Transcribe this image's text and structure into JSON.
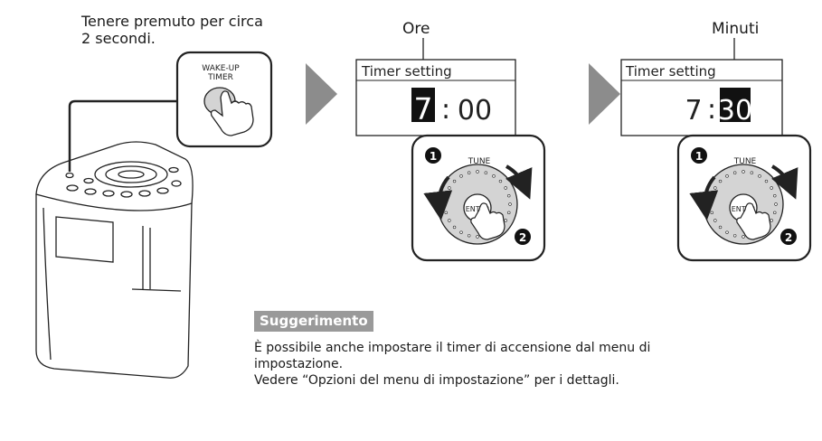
{
  "instruction": {
    "line1": "Tenere premuto per circa",
    "line2": "2 secondi."
  },
  "wakeup_button": {
    "line1": "WAKE-UP",
    "line2": "TIMER"
  },
  "step_hours": {
    "label": "Ore",
    "screen_title": "Timer setting",
    "hour": "7",
    "separator": ":",
    "minutes": "00"
  },
  "step_minutes": {
    "label": "Minuti",
    "screen_title": "Timer setting",
    "hour": "7",
    "separator": ":",
    "minutes": "30"
  },
  "dial": {
    "label": "TUNE",
    "center": "ENTER",
    "step1": "1",
    "step2": "2"
  },
  "tip": {
    "badge": "Suggerimento",
    "line1": "È possibile anche impostare il timer di accensione dal menu di",
    "line2": "impostazione.",
    "line3": "Vedere “Opzioni del menu di impostazione” per i dettagli."
  },
  "colors": {
    "stroke": "#222222",
    "arrow": "#8c8c8c",
    "dial_fill": "#d4d4d4",
    "device_fill": "#ffffff",
    "badge": "#9a9a9a"
  }
}
